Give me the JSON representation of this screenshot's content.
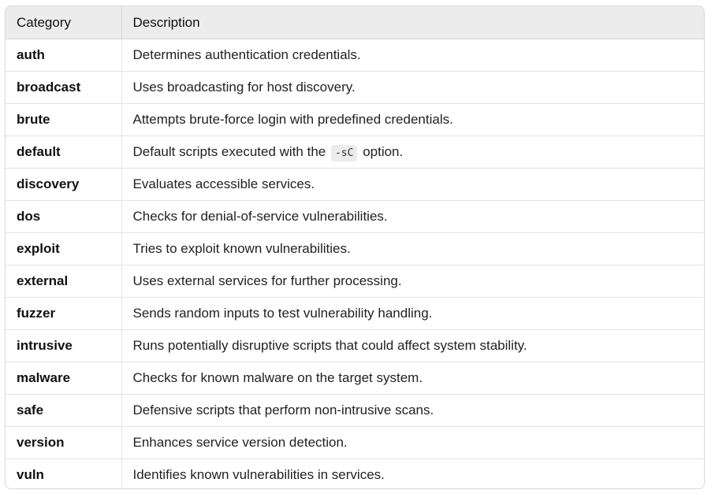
{
  "table": {
    "headers": [
      "Category",
      "Description"
    ],
    "rows": [
      {
        "category": "auth",
        "description": "Determines authentication credentials."
      },
      {
        "category": "broadcast",
        "description": "Uses broadcasting for host discovery."
      },
      {
        "category": "brute",
        "description": "Attempts brute-force login with predefined credentials."
      },
      {
        "category": "default",
        "description_pre": "Default scripts executed with the",
        "code": "-sC",
        "description_post": "option."
      },
      {
        "category": "discovery",
        "description": "Evaluates accessible services."
      },
      {
        "category": "dos",
        "description": "Checks for denial-of-service vulnerabilities."
      },
      {
        "category": "exploit",
        "description": "Tries to exploit known vulnerabilities."
      },
      {
        "category": "external",
        "description": "Uses external services for further processing."
      },
      {
        "category": "fuzzer",
        "description": "Sends random inputs to test vulnerability handling."
      },
      {
        "category": "intrusive",
        "description": "Runs potentially disruptive scripts that could affect system stability."
      },
      {
        "category": "malware",
        "description": "Checks for known malware on the target system."
      },
      {
        "category": "safe",
        "description": "Defensive scripts that perform non-intrusive scans."
      },
      {
        "category": "version",
        "description": "Enhances service version detection."
      },
      {
        "category": "vuln",
        "description": "Identifies known vulnerabilities in services."
      }
    ]
  }
}
